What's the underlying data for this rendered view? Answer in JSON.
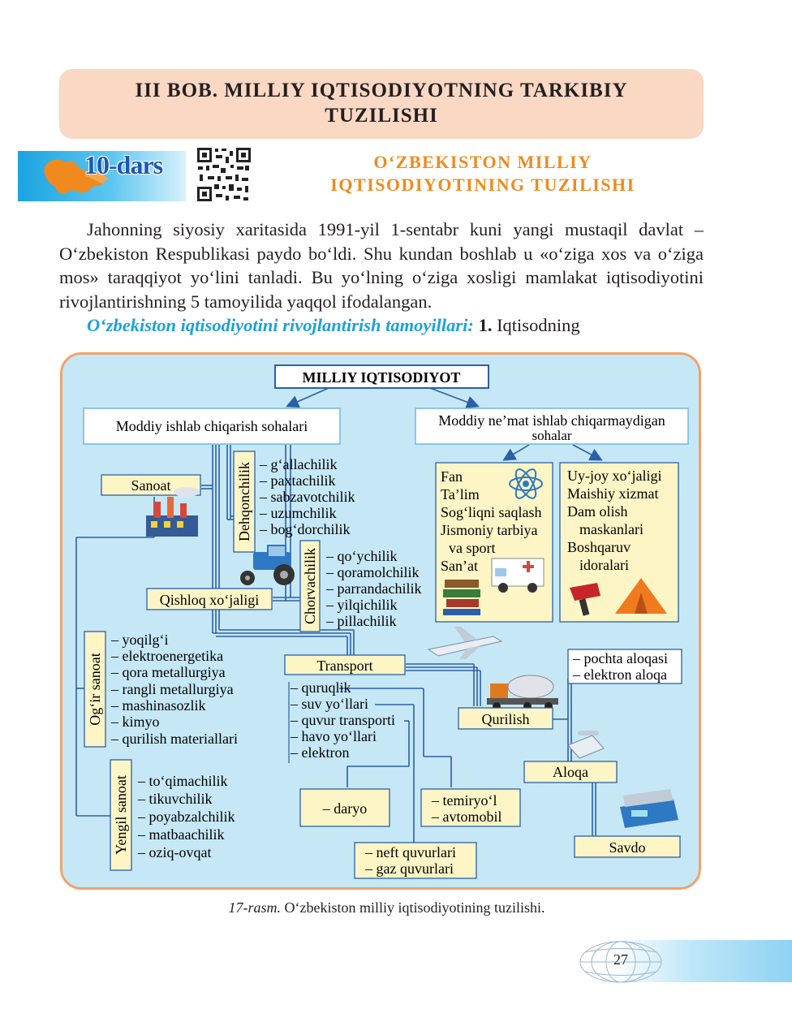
{
  "chapter": {
    "title_line1": "III  BOB. MILLIY IQTISODIYOTNING TARKIBIY",
    "title_line2": "TUZILISHI"
  },
  "lesson": {
    "label": "10-dars",
    "title_line1": "O‘ZBEKISTON MILLIY",
    "title_line2": "IQTISODIYOTINING TUZILISHI"
  },
  "text": {
    "paragraph1": "Jahonning siyosiy xaritasida 1991-yil 1-sentabr kuni yangi mustaqil davlat – O‘zbekiston Respublikasi paydo bo‘ldi. Shu kundan boshlab u «o‘ziga xos va o‘ziga mos» taraqqiyot yo‘lini tanladi. Bu yo‘lning o‘ziga xosligi mamlakat iqtisodiyotini rivojlantirishning 5 tamoyilida yaqqol ifodalangan.",
    "paragraph2_highlight": "O‘zbekiston iqtisodiyotini rivojlantirish tamoyillari:",
    "paragraph2_number": "1.",
    "paragraph2_rest": "Iqtisodning"
  },
  "diagram": {
    "root": "MILLIY IQTISODIYOT",
    "material": "Moddiy ishlab chiqarish sohalari",
    "nonmaterial_line1": "Moddiy ne’mat ishlab chiqarmaydigan",
    "nonmaterial_line2": "sohalar",
    "sanoat": "Sanoat",
    "dehqonchilik": "Dehqonchilik",
    "dehqonchilik_items": [
      "– g‘allachilik",
      "– paxtachilik",
      "– sabzavotchilik",
      "– uzumchilik",
      "– bog‘dorchilik"
    ],
    "chorvachilik": "Chorvachilik",
    "chorvachilik_items": [
      "– qo‘ychilik",
      "– qoramolchilik",
      "– parrandachilik",
      "– yilqichilik",
      "– pillachilik"
    ],
    "qishloq": "Qishloq xo‘jaligi",
    "ogir": "Og‘ir sanoat",
    "ogir_items": [
      "– yoqilg‘i",
      "– elektroenergetika",
      "– qora metallurgiya",
      "– rangli metallurgiya",
      "– mashinasozlik",
      "– kimyo",
      "– qurilish materiallari"
    ],
    "yengil": "Yengil sanoat",
    "yengil_items": [
      "– to‘qimachilik",
      "– tikuvchilik",
      "– poyabzalchilik",
      "– matbaachilik",
      "– oziq-ovqat"
    ],
    "social_left": [
      "Fan",
      "Ta’lim",
      "Sog‘liqni saqlash",
      "Jismoniy tarbiya",
      "va sport",
      "San’at"
    ],
    "social_right": [
      "Uy-joy xo‘jaligi",
      "Maishiy xizmat",
      "Dam olish",
      "maskanlari",
      "Boshqaruv",
      "idoralari"
    ],
    "transport": "Transport",
    "transport_items": [
      "– quruqlik",
      "– suv yo‘llari",
      "– quvur transporti",
      "– havo yo‘llari",
      "– elektron"
    ],
    "daryo": "– daryo",
    "temiryol": "– temiryo‘l",
    "avtomobil": "– avtomobil",
    "neft": "– neft quvurlari",
    "gaz": "– gaz quvurlari",
    "pochta": "– pochta aloqasi",
    "elektron_aloqa": "– elektron aloqa",
    "qurilish": "Qurilish",
    "aloqa": "Aloqa",
    "savdo": "Savdo"
  },
  "caption": {
    "label": "17-rasm.",
    "text": "O‘zbekiston milliy iqtisodiyotining tuzilishi."
  },
  "page_number": "27",
  "colors": {
    "title_orange": "#f08a1e",
    "highlight_blue": "#1aa1dc",
    "diagram_bg": "#c6e8f6",
    "box_fill": "#fdf5c6",
    "line_blue": "#2b5fa8"
  }
}
